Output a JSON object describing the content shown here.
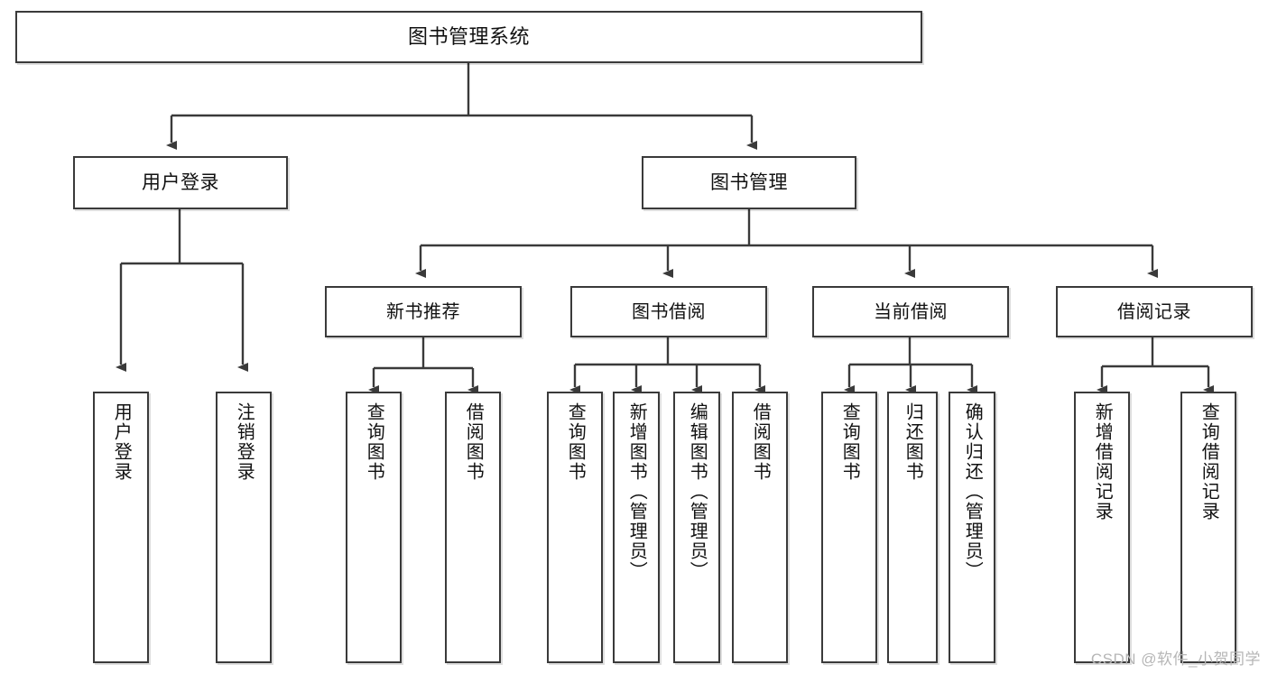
{
  "diagram": {
    "title": "图书管理系统",
    "type": "tree",
    "root": {
      "label": "图书管理系统"
    },
    "level1": [
      {
        "label": "用户登录"
      },
      {
        "label": "图书管理"
      }
    ],
    "level2": [
      {
        "label": "新书推荐"
      },
      {
        "label": "图书借阅"
      },
      {
        "label": "当前借阅"
      },
      {
        "label": "借阅记录"
      }
    ],
    "leaves": {
      "user_login": [
        {
          "label": "用户登录"
        },
        {
          "label": "注销登录"
        }
      ],
      "new_book_recommend": [
        {
          "label": "查询图书"
        },
        {
          "label": "借阅图书"
        }
      ],
      "book_borrow": [
        {
          "label": "查询图书"
        },
        {
          "label": "新增图书（管理员）"
        },
        {
          "label": "编辑图书（管理员）"
        },
        {
          "label": "借阅图书"
        }
      ],
      "current_borrow": [
        {
          "label": "查询图书"
        },
        {
          "label": "归还图书"
        },
        {
          "label": "确认归还（管理员）"
        }
      ],
      "borrow_record": [
        {
          "label": "新增借阅记录"
        },
        {
          "label": "查询借阅记录"
        }
      ]
    }
  },
  "watermark": {
    "text": "CSDN @软件_小贺同学"
  },
  "colors": {
    "stroke": "#3a3a3a",
    "fill": "#ffffff",
    "text": "#111111",
    "watermark": "#b6b6b6"
  }
}
